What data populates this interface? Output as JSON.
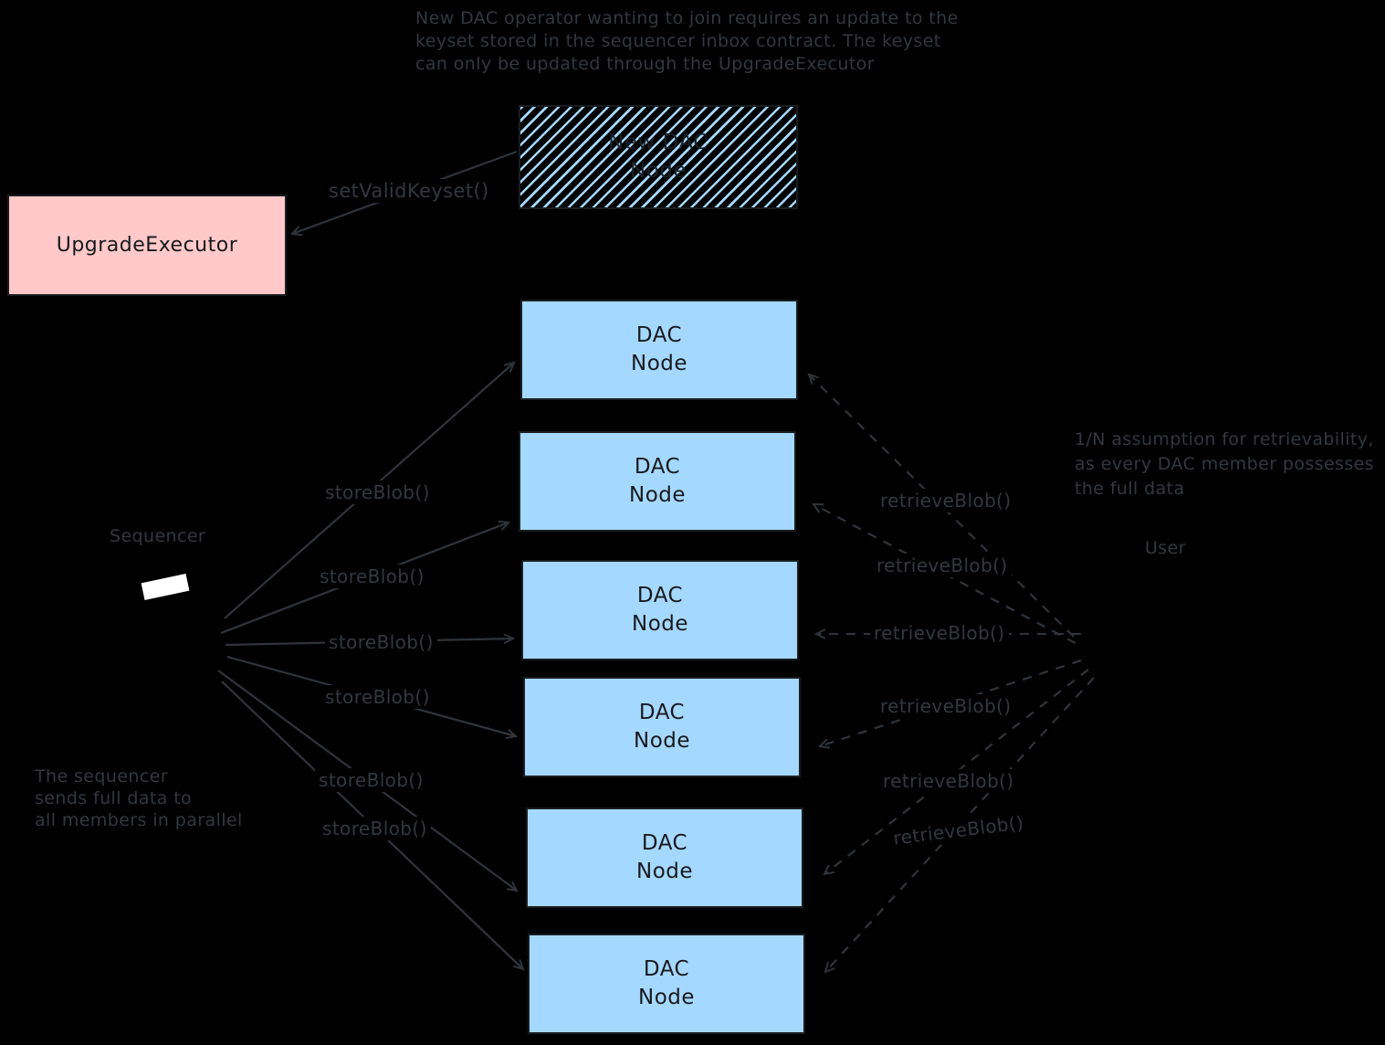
{
  "diagram": {
    "colors": {
      "background": "#000000",
      "ink": "#2f343a",
      "upgrade_executor_fill": "#ffc9c9",
      "dac_node_fill": "#a5d8ff",
      "new_dac_node_hatch": "#a5d8ff",
      "sequencer_screen": "#ffffff"
    },
    "top_note": {
      "line1": "New DAC operator wanting to join requires an update to the",
      "line2": "keyset stored in the sequencer inbox contract. The keyset",
      "line3": "can only be updated through the UpgradeExecutor"
    },
    "upgrade_executor": {
      "label": "UpgradeExecutor"
    },
    "new_dac_node": {
      "line1": "New DAC",
      "line2": "Node"
    },
    "dac_node": {
      "line1": "DAC",
      "line2": "Node",
      "count": 6
    },
    "sequencer": {
      "label": "Sequencer",
      "note_line1": "The sequencer",
      "note_line2": "sends full data to",
      "note_line3": "all members in parallel"
    },
    "user": {
      "label": "User",
      "note_line1": "1/N assumption for retrievability,",
      "note_line2": "as every DAC member possesses",
      "note_line3": "the full data"
    },
    "edges": {
      "set_valid_keyset": "setValidKeyset()",
      "store_blob": "storeBlob()",
      "retrieve_blob": "retrieveBlob()"
    }
  }
}
